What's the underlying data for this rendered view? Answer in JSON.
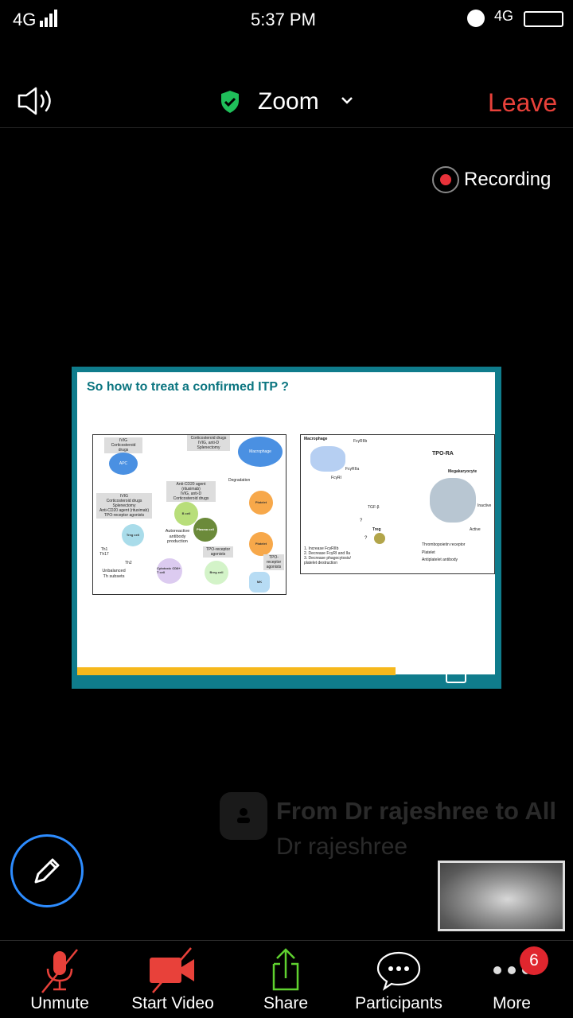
{
  "status_bar": {
    "network": "4G",
    "time": "5:37 PM",
    "network_right": "4G"
  },
  "header": {
    "title": "Zoom",
    "leave_label": "Leave",
    "shield_color": "#1fbf5a",
    "leave_color": "#e8413a"
  },
  "recording": {
    "label": "Recording"
  },
  "slide": {
    "title": "So how to treat a confirmed ITP ?",
    "left_figure": {
      "box1": [
        "IVIG",
        "Corticosteroid drugs"
      ],
      "box2": [
        "Corticosteroid drugs",
        "IVIG, anti-D",
        "Splenectomy"
      ],
      "box3": [
        "Anti-CD20 agent (rituximab)",
        "IVIG, anti-D",
        "Corticosteroid drugs"
      ],
      "box4": [
        "IVIG",
        "Corticosteroid drugs",
        "Splenectomy",
        "Anti-CD20 agent (rituximab)",
        "TPO-receptor agonists"
      ],
      "apc": "APC",
      "macrophage": "Macrophage",
      "degradation": "Degradation",
      "platelet": "Platelet",
      "b_cell": "B cell",
      "plasma_cell": "Plasma cell",
      "treg_cell": "Treg cell",
      "breg_cell": "Breg cell",
      "cytotoxic": "Cytotoxic CD8+ T cell",
      "mk": "MK",
      "autoreactive": "Autoreactive antibody production",
      "tpo1": "TPO-receptor agonists",
      "tpo2": "TPO-receptor agonists",
      "th1": "Th1 Th17",
      "th2": "Th2",
      "unbalanced": "Unbalanced Th subsets"
    },
    "right_figure": {
      "macrophage": "Macrophage",
      "fcgr2b": "FcγRIIb",
      "fcgr2a": "FcγRIIa",
      "fcgr1": "FcγRI",
      "tpo_ra": "TPO-RA",
      "megakaryocyte": "Megakaryocyte",
      "inactive": "Inactive",
      "active": "Active",
      "tgf": "TGF-β",
      "treg": "Treg",
      "q": "?",
      "effects": [
        "1. Increase FcγRIIb",
        "2. Decrease FcγRI and IIa",
        "3. Decrease phagocytosis/ platelet destruction"
      ],
      "legend": [
        "Thrombopoietin receptor",
        "Platelet",
        "Antiplatelet antibody"
      ]
    }
  },
  "chat": {
    "from": "From Dr rajeshree to All",
    "message": "Dr rajeshree"
  },
  "toolbar": {
    "unmute": "Unmute",
    "start_video": "Start Video",
    "share": "Share",
    "participants": "Participants",
    "more": "More",
    "more_badge": "6"
  }
}
